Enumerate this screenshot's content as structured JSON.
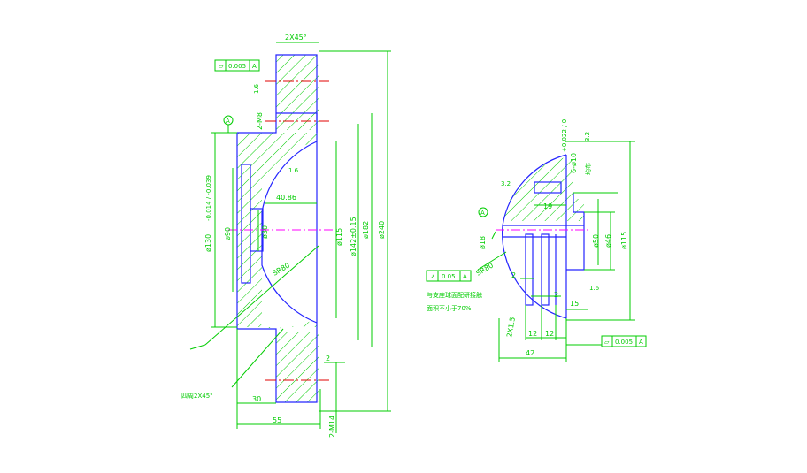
{
  "left_view": {
    "chamfer_top": "2X45°",
    "flatness_box": "0.005",
    "datum": "A",
    "rough_top": "1.6",
    "hole_label": "2-M8",
    "rough_inner": "1.6",
    "dim_130": "ø130",
    "dim_130_tol": "-0.014 / -0.039",
    "dim_90": "ø90",
    "dim_40": "40.86",
    "dim_30": "ø30",
    "dim_115": "ø115",
    "dim_142": "ø142±0.15",
    "dim_182": "ø182",
    "dim_240": "ø240",
    "sphere": "SR80",
    "chamfer_note": "四周2X45°",
    "dim_30_bottom": "30",
    "dim_55": "55",
    "dim_2": "2",
    "dim_m14": "2-M14"
  },
  "right_view": {
    "hole_top": "6-ø10",
    "hole_top_tol": "+0.022 / 0",
    "depth": "均布",
    "rough_top": "3.2",
    "rough_left": "3.2",
    "datum": "A",
    "dim_18": "19",
    "dim_d18": "ø18",
    "dim_50": "ø50",
    "dim_46": "ø46",
    "dim_115": "ø115",
    "runout": "0.05",
    "sphere": "SR80",
    "note_line1": "与支座球面配研接触",
    "note_line2": "面积不小于70%",
    "dim_2a": "2",
    "dim_2b": "2",
    "dim_15": "15",
    "dim_2x15": "2X1.5",
    "dim_12a": "12",
    "dim_12b": "12",
    "dim_42": "42",
    "rough_right": "1.6",
    "flatness_box": "0.005"
  }
}
